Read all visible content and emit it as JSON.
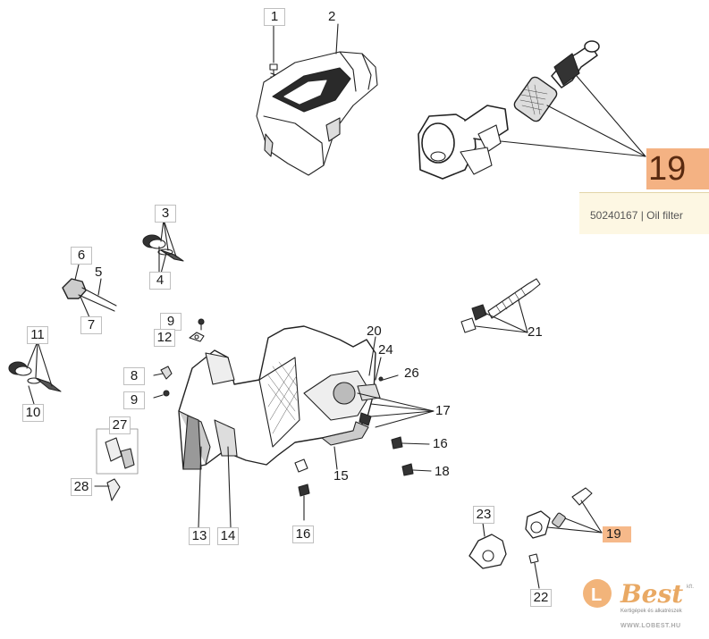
{
  "highlight_color": "#f4b283",
  "selected_part": {
    "number": "19",
    "description": "50240167 | Oil filter"
  },
  "callouts": {
    "c1": "1",
    "c2": "2",
    "c3": "3",
    "c4": "4",
    "c5": "5",
    "c6": "6",
    "c7": "7",
    "c8": "8",
    "c9a": "9",
    "c9b": "9",
    "c10": "10",
    "c11": "11",
    "c12": "12",
    "c13": "13",
    "c14": "14",
    "c15": "15",
    "c16a": "16",
    "c16b": "16",
    "c17": "17",
    "c18": "18",
    "c19": "19",
    "c20": "20",
    "c21": "21",
    "c22": "22",
    "c23": "23",
    "c24": "24",
    "c26": "26",
    "c27": "27",
    "c28": "28"
  },
  "logo": {
    "word": "Best",
    "kft": "kft.",
    "tagline": "Kertigépek és alkatrészek",
    "url": "WWW.LOBEST.HU"
  }
}
